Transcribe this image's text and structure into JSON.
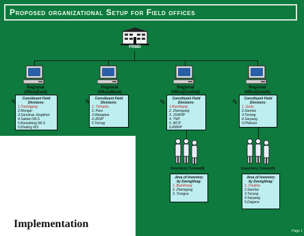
{
  "title": "Proposed organizational Setup for Field offices",
  "root": {
    "label": "FRMD"
  },
  "offices": [
    {
      "name": "Regional Office(East)",
      "panel_title": "Constituent Field Divisions:",
      "items": [
        {
          "text": "1.Trashigang",
          "red": true
        },
        {
          "text": "2.Mongar",
          "red": false
        },
        {
          "text": "3.Samdrup Jongkhar",
          "red": false
        },
        {
          "text": "4.Sakten WLS",
          "red": false
        },
        {
          "text": "5.Bumdeling WLS",
          "red": false
        },
        {
          "text": "6.Khaling WS",
          "red": false
        }
      ]
    },
    {
      "name": "Regional Office(West)",
      "panel_title": "Constituent Field Divisions:",
      "items": [
        {
          "text": "1. Thimphu",
          "red": true
        },
        {
          "text": "2. Paro",
          "red": false
        },
        {
          "text": "3.Wangdue",
          "red": false
        },
        {
          "text": "4.JDNP",
          "red": false
        },
        {
          "text": "5.Tsirrag",
          "red": false
        }
      ]
    },
    {
      "name": "Regional Office(Central)",
      "panel_title": "Constituent Field Divisions:",
      "items": [
        {
          "text": "1.Bumthang",
          "red": true
        },
        {
          "text": "2. Zhemgang",
          "red": false
        },
        {
          "text": "3. JSWNP",
          "red": false
        },
        {
          "text": "4. TNP",
          "red": false
        },
        {
          "text": "5. WCP",
          "red": false
        },
        {
          "text": "6.RMNP",
          "red": false
        }
      ]
    },
    {
      "name": "Regional Office(South)",
      "panel_title": "Constituent Field Divisions:",
      "items": [
        {
          "text": "1. Gedu",
          "red": true
        },
        {
          "text": "2.Samtse",
          "red": false
        },
        {
          "text": "3.Tsirang",
          "red": false
        },
        {
          "text": "4.Sarpang",
          "red": false
        },
        {
          "text": "5.Phibsoo",
          "red": false
        }
      ]
    }
  ],
  "crews": [
    {
      "name": "Inventory Crews(4)",
      "panel_title": "Area of Inventory by Dzongkhag:",
      "items": [
        {
          "text": "1. Bumthang",
          "red": true
        },
        {
          "text": "2. Zhemgang",
          "red": false
        },
        {
          "text": "3. Trongsa",
          "red": false
        }
      ]
    },
    {
      "name": "Inventory Crews(3)",
      "panel_title": "Area of Inventory by Dzongkhag:",
      "items": [
        {
          "text": "1. Chukha",
          "red": true
        },
        {
          "text": "2.Samtse",
          "red": false
        },
        {
          "text": "3.Tsirang",
          "red": false
        },
        {
          "text": "4.Sarpang",
          "red": false
        },
        {
          "text": "5.Dagana",
          "red": false
        }
      ]
    }
  ],
  "footer": {
    "page": "Page 1"
  },
  "overlay_text": "Implementation"
}
